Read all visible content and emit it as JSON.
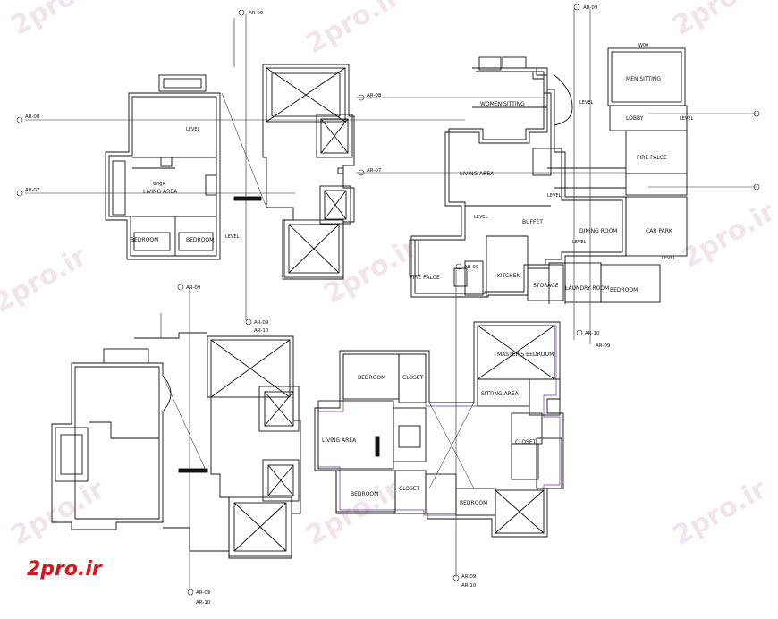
{
  "watermark": {
    "text": "2pro.ir",
    "color": "#e6cfe0"
  },
  "logo": {
    "text": "2pro.ir",
    "color": "#d8141c"
  },
  "grid_tags": {
    "ar08": "AR-08",
    "ar07": "AR-07",
    "ar09": "AR-09",
    "ar10": "AR-10"
  },
  "plan1": {
    "living_area": "LIVING AREA",
    "bedroom_a": "BEDROOM",
    "bedroom_b": "BEDROOM",
    "level": "LEVEL",
    "note": "whgR"
  },
  "plan2": {
    "men_sitting": "MEN SITTING",
    "women_sitting": "WOMEN SITTING",
    "lobby": "LOBBY",
    "living_area": "LIVING AREA",
    "fire_place_a": "FIRE PALCE",
    "fire_place_b": "FIRE PALCE",
    "buffet": "BUFFET",
    "dining_room": "DINING ROOM",
    "car_park": "CAR PARK",
    "kitchen": "KITCHEN",
    "storage": "STORAGE",
    "laundry": "LAUNDRY ROOM",
    "bedroom": "BEDROOM",
    "level": "LEVEL",
    "w00": "W00"
  },
  "plan4": {
    "bedroom_a": "BEDROOM",
    "closet_a": "CLOSET",
    "master_bedroom": "MASTER'S BEDROOM",
    "sitting_area": "SITTING AREA",
    "living_area": "LIVING AREA",
    "bedroom_b": "BEDROOM",
    "closet_b": "CLOSET",
    "bedroom_c": "BEDROOM",
    "closet_c": "CLOSET"
  }
}
